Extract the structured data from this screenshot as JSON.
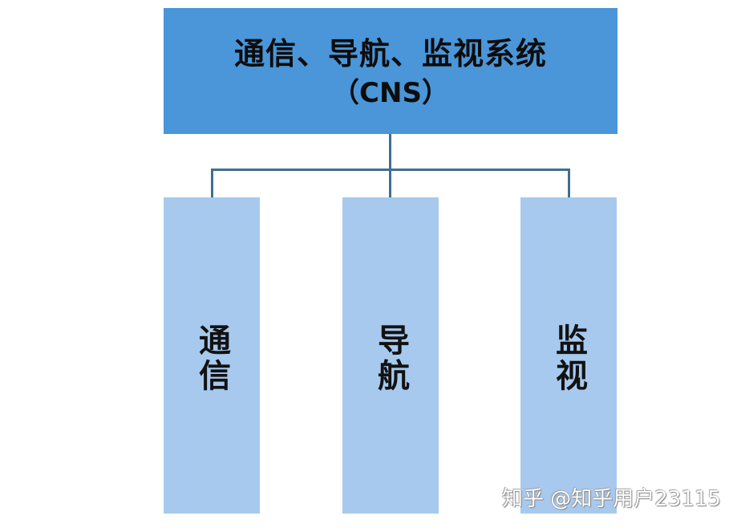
{
  "diagram": {
    "type": "hierarchy",
    "root": {
      "title": "通信、导航、监视系统",
      "subtitle": "（CNS）"
    },
    "children": [
      {
        "label": "通信"
      },
      {
        "label": "导航"
      },
      {
        "label": "监视"
      }
    ],
    "colors": {
      "root_fill": "#4a96d9",
      "child_fill": "#a7c9ee",
      "connector": "#3f6f8f",
      "text": "#0d0d0d"
    }
  },
  "watermark": {
    "text": "知乎 @知乎用户23115"
  }
}
